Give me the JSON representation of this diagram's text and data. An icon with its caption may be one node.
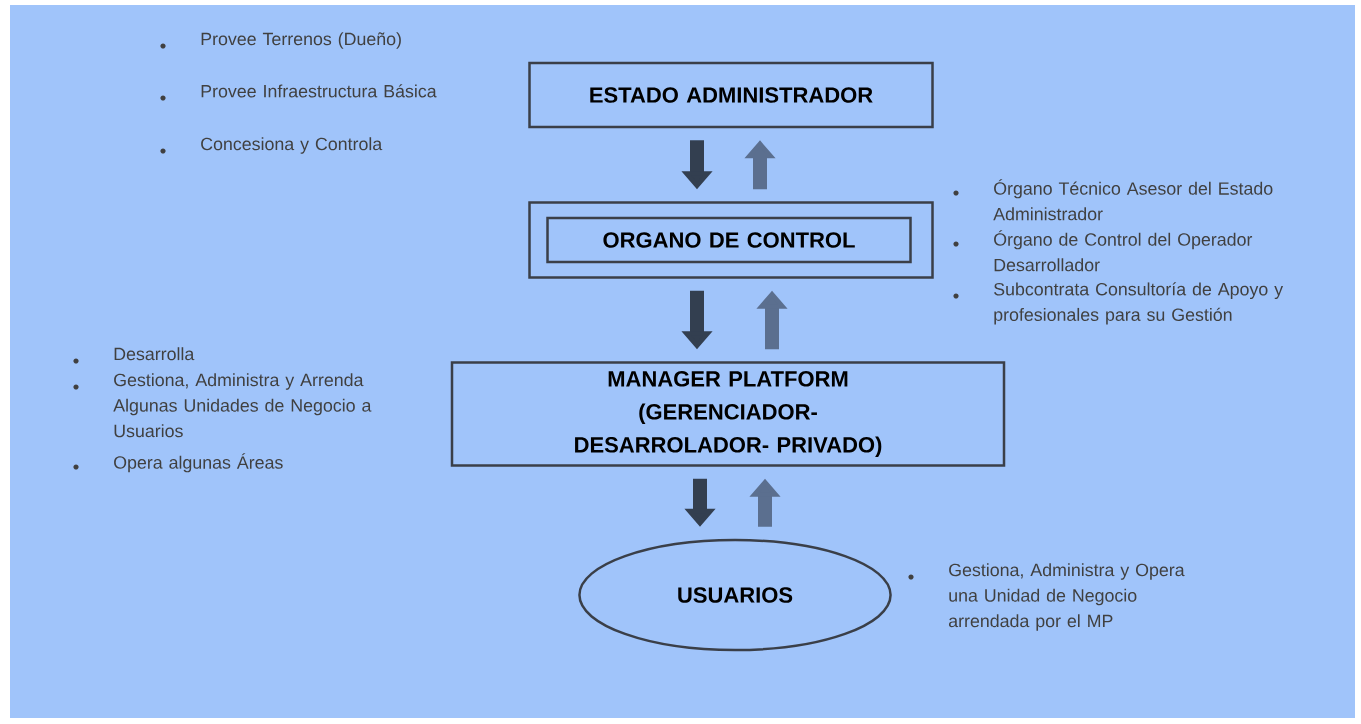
{
  "diagram": {
    "nodes": [
      {
        "text": [
          "ESTADO ADMINISTRADOR"
        ],
        "beside": [
          "Provee Terrenos (Dueño)",
          "Provee Infraestructura Básica",
          "Concesiona y Controla"
        ]
      },
      {
        "text": [],
        "shape": "box",
        "beside": [
          "Órgano Técnico Asesor del Estado Administrador",
          "Órgano de Control del Operador Desarrollador",
          "Subcontrata Consultoría de Apoyo y profesionales para su Gestión"
        ]
      },
      {
        "text": [
          "ORGANO DE CONTROL"
        ],
        "in": 1
      },
      {
        "text": [
          "MANAGER PLATFORM (GERENCIADOR- DESARROLADOR- PRIVADO)"
        ],
        "beside": [
          "Desarrolla",
          "Gestiona, Administra y Arrenda Algunas Unidades de Negocio a Usuarios",
          "Opera algunas Áreas"
        ]
      },
      {
        "text": [
          "USUARIOS"
        ],
        "beside": [
          "Gestiona, Administra y Opera una Unidad de Negocio arrendada por el MP"
        ]
      }
    ],
    "edges": [
      {
        "from": 0,
        "to": 1,
        "arrow": "to",
        "color": "#333f50"
      },
      {
        "from": 1,
        "to": 0,
        "arrow": "to",
        "color": "#5b6f8f"
      },
      {
        "from": 1,
        "to": 3,
        "arrow": "to",
        "color": "#333f50"
      },
      {
        "from": 3,
        "to": 1,
        "arrow": "to",
        "color": "#5b6f8f"
      },
      {
        "from": 3,
        "to": 4,
        "arrow": "to",
        "color": "#333f50"
      },
      {
        "from": 4,
        "to": 3,
        "arrow": "to",
        "color": "#5b6f8f"
      }
    ]
  }
}
